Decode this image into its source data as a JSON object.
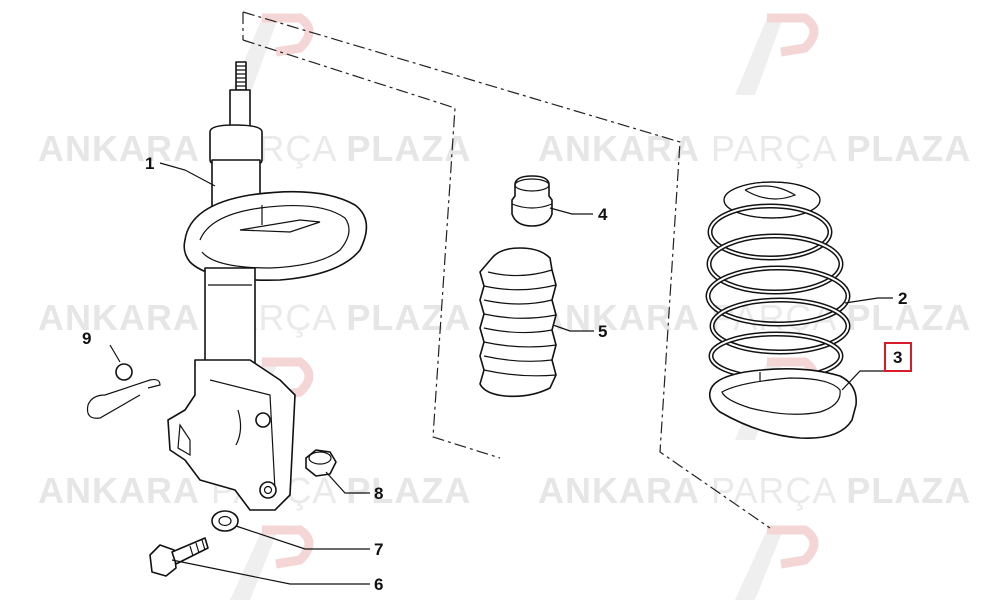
{
  "watermark": {
    "word_bold": "ANKARA",
    "word_light": "PARÇA",
    "word_bold_2": "PLAZA",
    "logo_letters": "AP",
    "color": "#e6e6e6",
    "logo_color": "#f2c9c9"
  },
  "callouts": [
    {
      "id": "1",
      "label": "1"
    },
    {
      "id": "2",
      "label": "2"
    },
    {
      "id": "3",
      "label": "3",
      "highlighted": true
    },
    {
      "id": "4",
      "label": "4"
    },
    {
      "id": "5",
      "label": "5"
    },
    {
      "id": "6",
      "label": "6"
    },
    {
      "id": "7",
      "label": "7"
    },
    {
      "id": "8",
      "label": "8"
    },
    {
      "id": "9",
      "label": "9"
    }
  ],
  "highlight_color": "#d81b29"
}
